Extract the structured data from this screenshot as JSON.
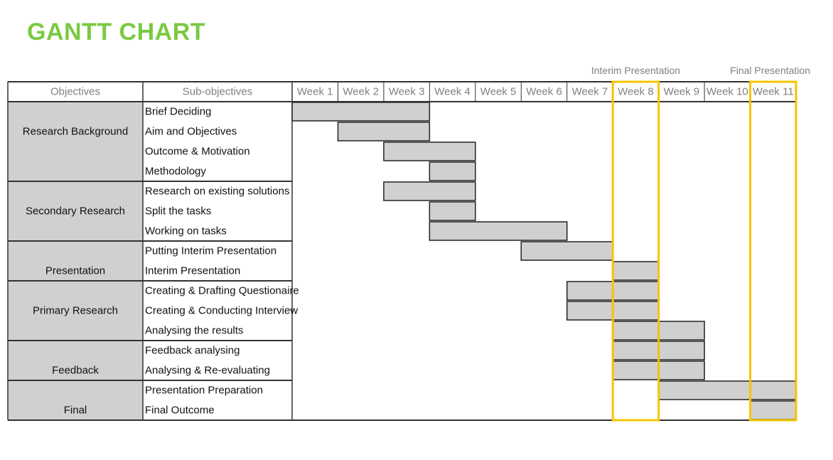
{
  "title": "GANTT CHART",
  "chart_data": {
    "type": "gantt",
    "headers": {
      "objectives": "Objectives",
      "subobjectives": "Sub-objectives"
    },
    "weeks": [
      "Week 1",
      "Week 2",
      "Week 3",
      "Week 4",
      "Week 5",
      "Week 6",
      "Week 7",
      "Week 8",
      "Week 9",
      "Week 10",
      "Week 11"
    ],
    "groups": [
      {
        "name": "Research Background",
        "tasks": [
          {
            "name": "Brief Deciding",
            "start": 1,
            "end": 3
          },
          {
            "name": "Aim and Objectives",
            "start": 2,
            "end": 3
          },
          {
            "name": "Outcome & Motivation",
            "start": 3,
            "end": 4
          },
          {
            "name": "Methodology",
            "start": 4,
            "end": 4
          }
        ]
      },
      {
        "name": "Secondary Research",
        "tasks": [
          {
            "name": "Research on existing solutions",
            "start": 3,
            "end": 4
          },
          {
            "name": "Split the tasks",
            "start": 4,
            "end": 4
          },
          {
            "name": "Working on tasks",
            "start": 4,
            "end": 6
          }
        ]
      },
      {
        "name": "Presentation",
        "tasks": [
          {
            "name": "Putting Interim Presentation",
            "start": 6,
            "end": 7
          },
          {
            "name": "Interim Presentation",
            "start": 8,
            "end": 8
          }
        ]
      },
      {
        "name": "Primary Research",
        "tasks": [
          {
            "name": "Creating & Drafting Questionaire",
            "start": 7,
            "end": 8
          },
          {
            "name": "Creating & Conducting Interview",
            "start": 7,
            "end": 8
          },
          {
            "name": "Analysing the results",
            "start": 8,
            "end": 9
          }
        ]
      },
      {
        "name": "Feedback",
        "tasks": [
          {
            "name": "Feedback analysing",
            "start": 8,
            "end": 9
          },
          {
            "name": "Analysing & Re-evaluating",
            "start": 8,
            "end": 9
          }
        ]
      },
      {
        "name": "Final",
        "tasks": [
          {
            "name": "Presentation Preparation",
            "start": 9,
            "end": 11
          },
          {
            "name": "Final Outcome",
            "start": 11,
            "end": 11
          }
        ]
      }
    ],
    "milestones": [
      {
        "label": "Interim Presentation",
        "week": 8
      },
      {
        "label": "Final Presentation",
        "week": 11
      }
    ],
    "colors": {
      "bar": "#d0d0d0",
      "group_fill": "#d0d0d0",
      "milestone": "#f5c400",
      "title": "#7ac943",
      "header_text": "#808080"
    }
  }
}
